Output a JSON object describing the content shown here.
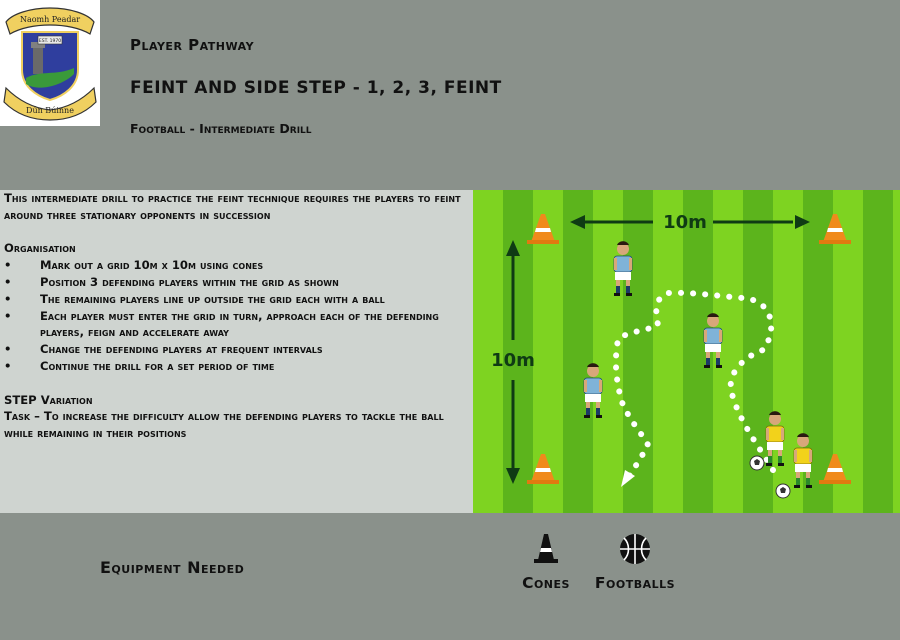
{
  "header": {
    "logo": {
      "top_text": "Naomh Peadar",
      "est_text": "EST. 1970",
      "bottom_text": "Dún Búinne"
    },
    "pathway": "Player Pathway",
    "title": "FEINT AND SIDE STEP - 1, 2, 3, FEINT",
    "subtitle": "Football - Intermediate Drill"
  },
  "description": {
    "intro": "This intermediate drill to practice the feint technique requires the players to feint around three stationary opponents in succession",
    "organisation_heading": "Organisation",
    "bullets": [
      "Mark out a grid 10m x 10m using cones",
      "Position 3 defending players within the grid as shown",
      "The remaining players line up outside the grid each with a ball",
      "Each player must enter the grid in turn, approach each of the defending players, feign and accelerate away",
      "Change the defending players at frequent intervals",
      "Continue the drill for a set period of time"
    ],
    "bullet_symbol": "•",
    "variation_heading": "STEP Variation",
    "variation_text": "Task – To increase the difficulty allow the defending players to tackle the ball while remaining in their positions"
  },
  "diagram": {
    "top_dimension": "10m",
    "side_dimension": "10m",
    "colors": {
      "grass_light": "#7ed321",
      "grass_dark": "#5cb41c",
      "cone": "#f08a1c",
      "arrow": "#0f3b14",
      "defender_shirt": "#7fb3d8",
      "attacker_shirt": "#f2d21b"
    }
  },
  "equipment": {
    "label": "Equipment Needed",
    "items": [
      {
        "name": "Cones",
        "icon": "cone-icon"
      },
      {
        "name": "Footballs",
        "icon": "football-icon"
      }
    ]
  }
}
